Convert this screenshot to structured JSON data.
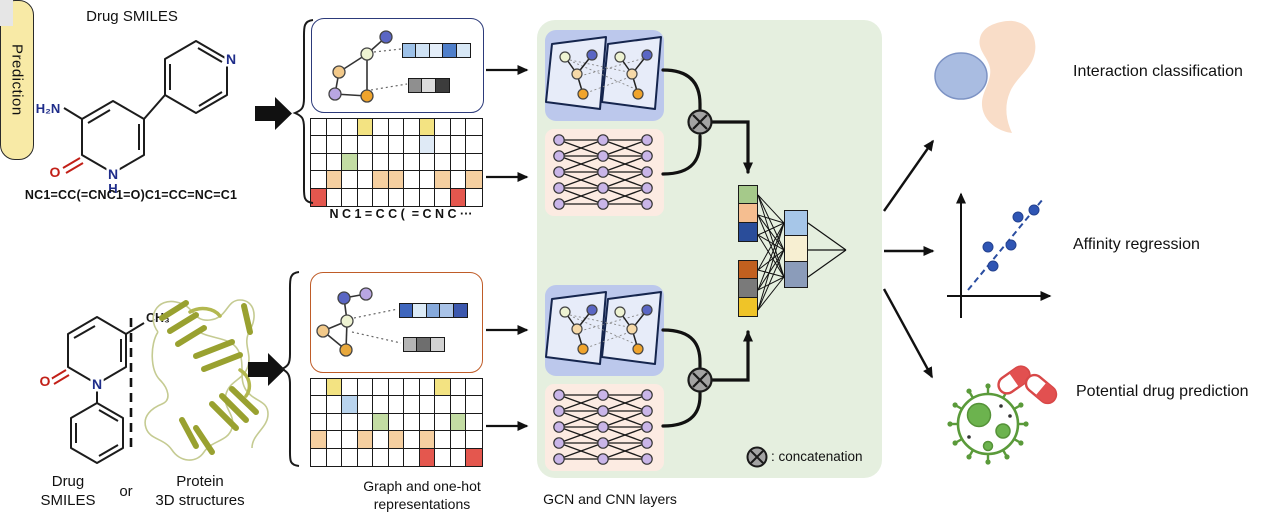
{
  "title_top": "Drug SMILES",
  "smiles": "NC1=CC(=CNC1=O)C1=CC=NC=C1",
  "tokens": "N C 1 = C C (  = C N C ···",
  "cell_colors": {
    "yellow": "#f3e382",
    "paleblue": "#dfeaf6",
    "blue": "#b9d4ee",
    "green": "#c3dca3",
    "orange": "#f5cfa0",
    "red": "#e4574e"
  },
  "matrix_top": {
    "rows": 5,
    "cols": 11,
    "cells": [
      {
        "r": 0,
        "c": 3,
        "k": "yellow"
      },
      {
        "r": 0,
        "c": 7,
        "k": "yellow"
      },
      {
        "r": 1,
        "c": 7,
        "k": "paleblue"
      },
      {
        "r": 2,
        "c": 2,
        "k": "green"
      },
      {
        "r": 3,
        "c": 1,
        "k": "orange"
      },
      {
        "r": 3,
        "c": 4,
        "k": "orange"
      },
      {
        "r": 3,
        "c": 5,
        "k": "orange"
      },
      {
        "r": 3,
        "c": 8,
        "k": "orange"
      },
      {
        "r": 3,
        "c": 10,
        "k": "orange"
      },
      {
        "r": 4,
        "c": 0,
        "k": "red"
      },
      {
        "r": 4,
        "c": 9,
        "k": "red"
      }
    ]
  },
  "matrix_bottom": {
    "rows": 5,
    "cols": 11,
    "cells": [
      {
        "r": 0,
        "c": 1,
        "k": "yellow"
      },
      {
        "r": 0,
        "c": 8,
        "k": "yellow"
      },
      {
        "r": 1,
        "c": 2,
        "k": "blue"
      },
      {
        "r": 2,
        "c": 4,
        "k": "green"
      },
      {
        "r": 2,
        "c": 9,
        "k": "green"
      },
      {
        "r": 3,
        "c": 0,
        "k": "orange"
      },
      {
        "r": 3,
        "c": 3,
        "k": "orange"
      },
      {
        "r": 3,
        "c": 5,
        "k": "orange"
      },
      {
        "r": 3,
        "c": 7,
        "k": "orange"
      },
      {
        "r": 4,
        "c": 7,
        "k": "red"
      },
      {
        "r": 4,
        "c": 10,
        "k": "red"
      }
    ]
  },
  "drug_graph_top": {
    "blue_row": [
      "#9dc1e8",
      "#cfe2f4",
      "#e4eef9",
      "#4f7fca",
      "#d8e8f6"
    ],
    "gray_row": [
      "#8f8f8f",
      "#dcdcdc",
      "#3c3c3c"
    ]
  },
  "drug_graph_bottom": {
    "blue_row": [
      "#3f66bd",
      "#dcebf7",
      "#86a9db",
      "#a9c3e8",
      "#3c58ae"
    ],
    "gray_row": [
      "#b4b4b4",
      "#6e6e6e",
      "#d2d2d2"
    ]
  },
  "stack_main_top": [
    "#a5c98a",
    "#f5be90",
    "#2a4d9a"
  ],
  "stack_main_bottom": [
    "#c2601f",
    "#7a7a7a",
    "#efc428"
  ],
  "stack_hidden": [
    "#a6c6e8",
    "#f7efd2",
    "#8b9cba"
  ],
  "prediction_label": "Prediction",
  "legend_text": ": concatenation",
  "captions": {
    "representations": [
      "Graph and one-hot",
      "representations"
    ],
    "layers": "GCN and CNN layers"
  },
  "bottom_input": {
    "drug": [
      "Drug",
      "SMILES"
    ],
    "or": "or",
    "protein": [
      "Protein",
      "3D structures"
    ]
  },
  "outputs": [
    {
      "label": "Interaction classification",
      "icon": "protein-ligand-shapes-icon"
    },
    {
      "label": "Affinity regression",
      "icon": "scatter-plot-icon"
    },
    {
      "label": "Potential drug prediction",
      "icon": "virus-and-pills-icon"
    }
  ]
}
